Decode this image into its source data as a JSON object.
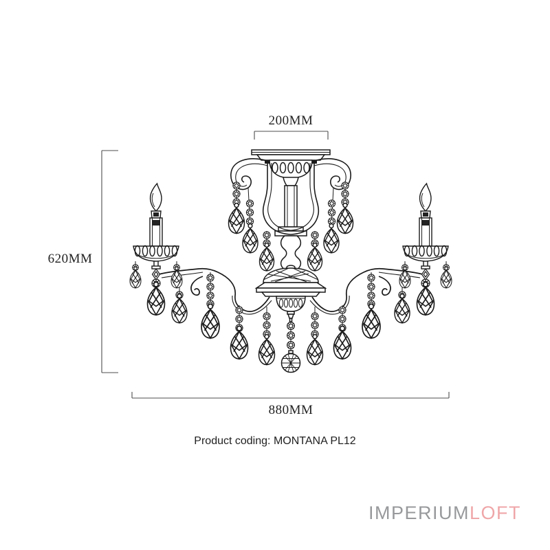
{
  "figure": {
    "subject": "Crystal chandelier technical line drawing, front elevation"
  },
  "dimensions": {
    "canopy_width": "200MM",
    "height": "620MM",
    "total_width": "880MM"
  },
  "product": {
    "label": "Product coding:",
    "value": "MONTANA PL12"
  },
  "brand": {
    "name_primary": "IMPERIUM",
    "name_secondary": "LOFT",
    "color_primary": "#97999b",
    "color_secondary": "#efa6a8"
  },
  "drawing_colors": {
    "line": "#1a1a1a",
    "dimension_line": "#4d4d4d",
    "background": "#ffffff"
  }
}
